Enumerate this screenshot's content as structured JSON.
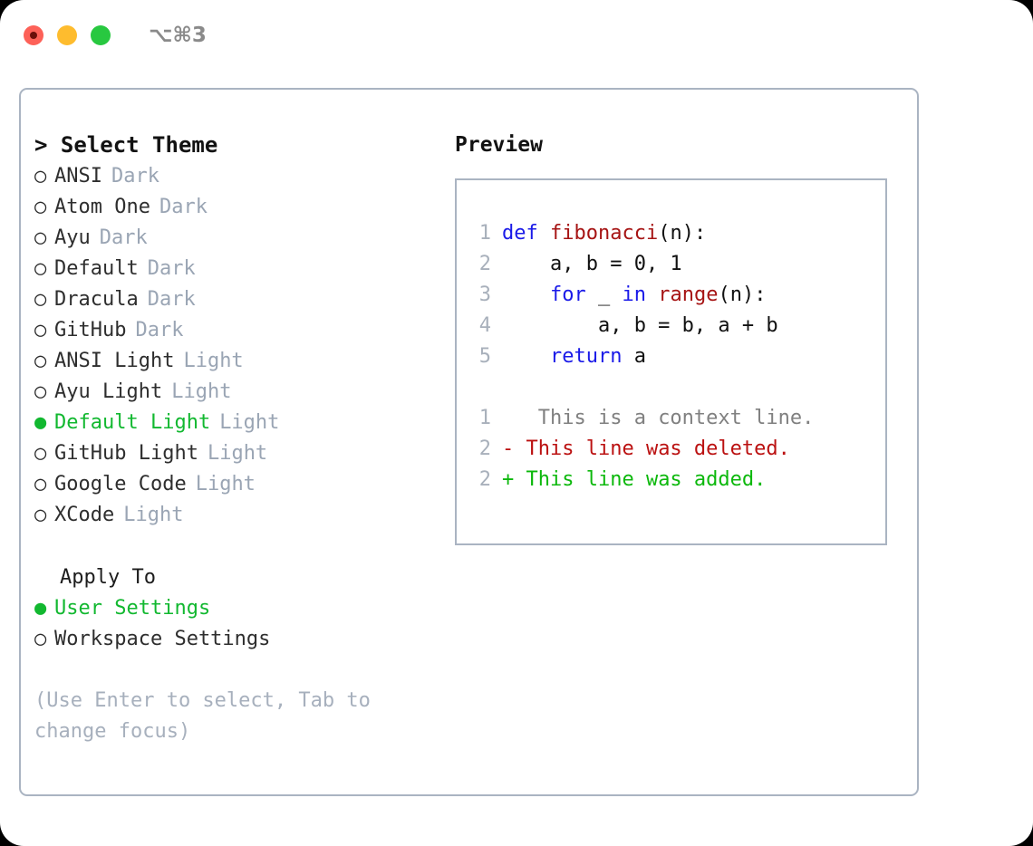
{
  "window": {
    "shortcut": "⌥⌘3",
    "traffic_lights": [
      {
        "name": "close",
        "color": "#fd6158"
      },
      {
        "name": "minimize",
        "color": "#febc2e"
      },
      {
        "name": "maximize",
        "color": "#28c840"
      }
    ]
  },
  "theme_picker": {
    "header": "> Select Theme",
    "bullet_selected": "●",
    "bullet_unselected": "○",
    "accent_color": "#12b830",
    "tag_color": "#9aa5b4",
    "items": [
      {
        "name": "ANSI",
        "tag": "Dark",
        "selected": false
      },
      {
        "name": "Atom One",
        "tag": "Dark",
        "selected": false
      },
      {
        "name": "Ayu",
        "tag": "Dark",
        "selected": false
      },
      {
        "name": "Default",
        "tag": "Dark",
        "selected": false
      },
      {
        "name": "Dracula",
        "tag": "Dark",
        "selected": false
      },
      {
        "name": "GitHub",
        "tag": "Dark",
        "selected": false
      },
      {
        "name": "ANSI Light",
        "tag": "Light",
        "selected": false
      },
      {
        "name": "Ayu Light",
        "tag": "Light",
        "selected": false
      },
      {
        "name": "Default Light",
        "tag": "Light",
        "selected": true
      },
      {
        "name": "GitHub Light",
        "tag": "Light",
        "selected": false
      },
      {
        "name": "Google Code",
        "tag": "Light",
        "selected": false
      },
      {
        "name": "XCode",
        "tag": "Light",
        "selected": false
      }
    ]
  },
  "apply_to": {
    "title": "Apply To",
    "options": [
      {
        "label": "User Settings",
        "selected": true
      },
      {
        "label": "Workspace Settings",
        "selected": false
      }
    ]
  },
  "hint": "(Use Enter to select, Tab to change focus)",
  "preview": {
    "title": "Preview",
    "code_lines": [
      {
        "number": "1",
        "tokens": [
          {
            "text": "def ",
            "style": "kw"
          },
          {
            "text": "fibonacci",
            "style": "fn"
          },
          {
            "text": "(n):",
            "style": "pl"
          }
        ]
      },
      {
        "number": "2",
        "tokens": [
          {
            "text": "    a, b = 0, 1",
            "style": "pl"
          }
        ]
      },
      {
        "number": "3",
        "tokens": [
          {
            "text": "    ",
            "style": "pl"
          },
          {
            "text": "for",
            "style": "kw"
          },
          {
            "text": " _ ",
            "style": "pl"
          },
          {
            "text": "in",
            "style": "kw"
          },
          {
            "text": " ",
            "style": "pl"
          },
          {
            "text": "range",
            "style": "fn"
          },
          {
            "text": "(n):",
            "style": "pl"
          }
        ]
      },
      {
        "number": "4",
        "tokens": [
          {
            "text": "        a, b = b, a + b",
            "style": "pl"
          }
        ]
      },
      {
        "number": "5",
        "tokens": [
          {
            "text": "    ",
            "style": "pl"
          },
          {
            "text": "return",
            "style": "kw"
          },
          {
            "text": " a",
            "style": "pl"
          }
        ]
      }
    ],
    "diff_lines": [
      {
        "number": "1",
        "marker": " ",
        "text": "  This is a context line.",
        "kind": "ctx"
      },
      {
        "number": "2",
        "marker": "-",
        "text": " This line was deleted.",
        "kind": "del"
      },
      {
        "number": "2",
        "marker": "+",
        "text": " This line was added.",
        "kind": "add"
      }
    ],
    "colors": {
      "keyword": "#1a1ae8",
      "function": "#a61414",
      "plain": "#111111",
      "lineno": "#a8b0bb",
      "diff_context": "#808080",
      "diff_deleted": "#bb1111",
      "diff_added": "#0cb80c"
    }
  }
}
